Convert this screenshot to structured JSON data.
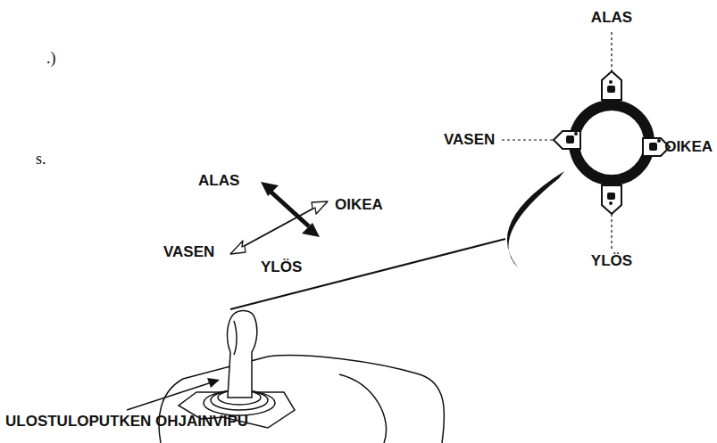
{
  "diagram": {
    "labels": [
      ".)",
      "s.",
      "ALAS",
      "VASEN",
      "OIKEA",
      "YLÖS",
      "ALAS",
      "OIKEA",
      "VASEN",
      "YLÖS",
      "ULOSTULOPUTKEN OHJAINVIPU"
    ]
  }
}
